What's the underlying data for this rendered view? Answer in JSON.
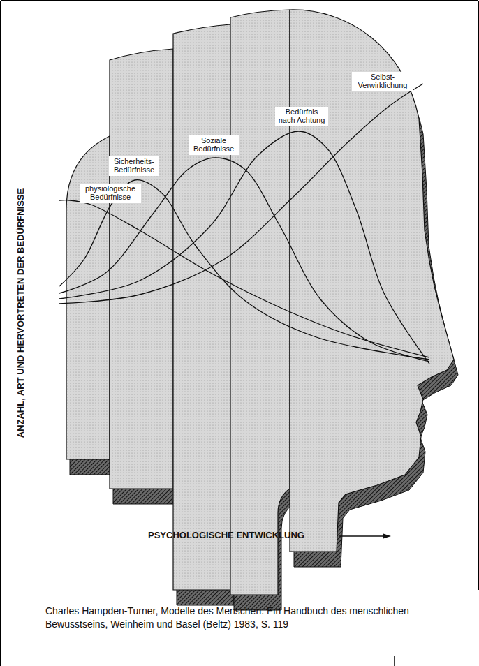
{
  "diagram": {
    "caption": "Charles Hampden-Turner, Modelle des Menschen. Ein Handbuch des menschlichen Bewusstseins, Weinheim und Basel (Beltz) 1983, S. 119",
    "nodes": [
      {
        "text": [
          "physiologische Bedürfnisse"
        ]
      },
      {
        "text": [
          "Sicherheits- Bedürfnisse"
        ]
      },
      {
        "text": [
          "Soziale Bedürfnisse"
        ]
      },
      {
        "text": [
          "Bedürfnis nach Achtung"
        ]
      },
      {
        "text": [
          "Selbst- Verwirklichung"
        ]
      }
    ],
    "labels": [
      "ANZAHL, ART UND HERVORTRETEN DER BEDÜRFNISSE",
      "PSYCHOLOGISCHE ENTWICKLUNG"
    ]
  }
}
